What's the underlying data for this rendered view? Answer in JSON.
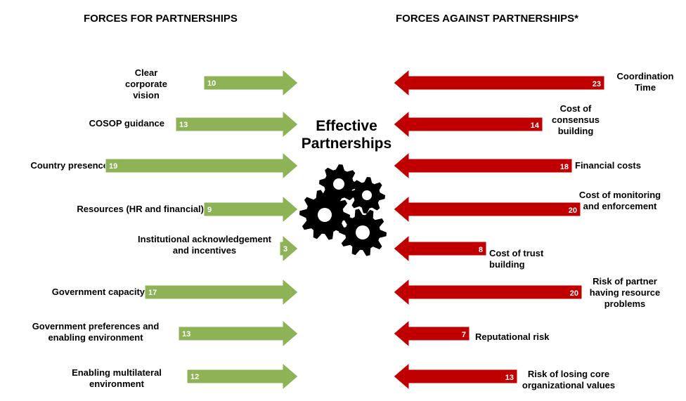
{
  "headers": {
    "left": "FORCES FOR PARTNERSHIPS",
    "right": "FORCES AGAINST PARTNERSHIPS*"
  },
  "center_title": "Effective Partnerships",
  "colors": {
    "for": "#8db356",
    "against": "#c00000",
    "gear": "#000000"
  },
  "forces_for": [
    {
      "label": "Clear corporate vision",
      "value": "10"
    },
    {
      "label": "COSOP guidance",
      "value": "13"
    },
    {
      "label": "Country presence",
      "value": "19"
    },
    {
      "label": "Resources (HR and financial)",
      "value": "9"
    },
    {
      "label": "Institutional acknowledgement and incentives",
      "value": "3"
    },
    {
      "label": "Government capacity",
      "value": "17"
    },
    {
      "label": "Government preferences and enabling environment",
      "value": "13"
    },
    {
      "label": "Enabling multilateral environment",
      "value": "12"
    }
  ],
  "forces_against": [
    {
      "label": "Coordination Time",
      "value": "23"
    },
    {
      "label": "Cost of consensus building",
      "value": "14"
    },
    {
      "label": "Financial costs",
      "value": "18"
    },
    {
      "label": "Cost of monitoring and enforcement",
      "value": "20"
    },
    {
      "label": "Cost of trust building",
      "value": "8"
    },
    {
      "label": "Risk of partner having resource problems",
      "value": "20"
    },
    {
      "label": "Reputational risk",
      "value": "7"
    },
    {
      "label": "Risk of losing core organizational values",
      "value": "13"
    }
  ]
}
